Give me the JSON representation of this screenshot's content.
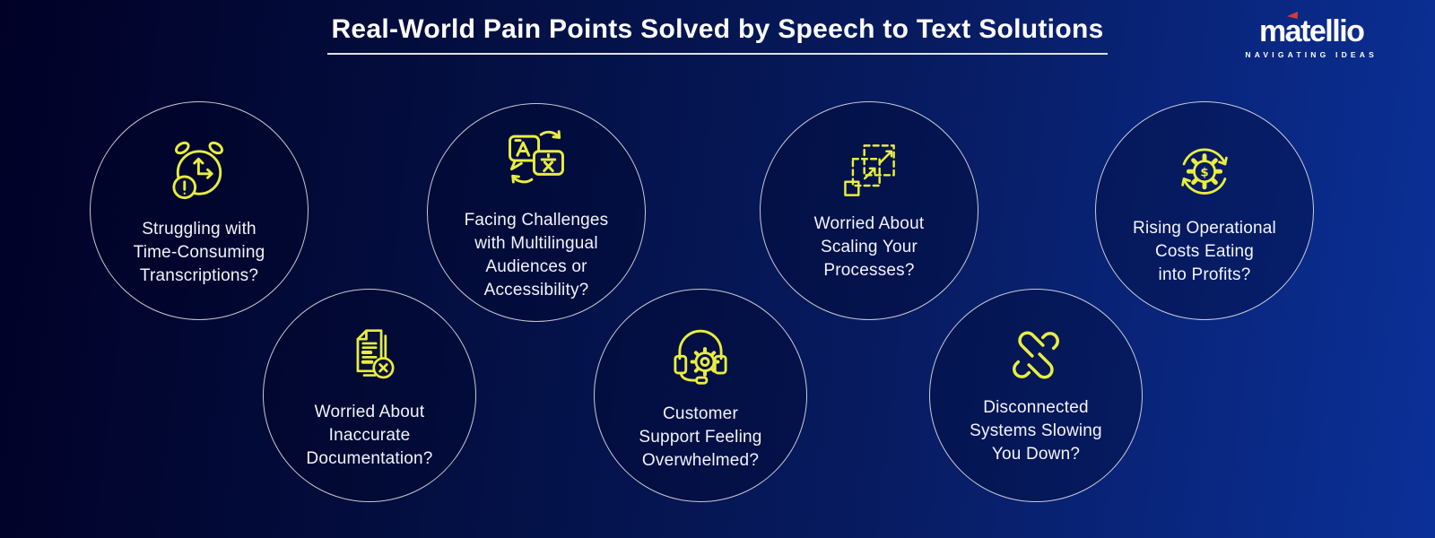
{
  "header": {
    "title": "Real-World Pain Points Solved by Speech to Text Solutions",
    "logo": {
      "brand": "matellio",
      "tagline": "NAVIGATING IDEAS"
    }
  },
  "colors": {
    "background_start": "#010127",
    "background_end": "#0b3098",
    "icon_accent": "#e8ee3f",
    "text": "#ffffff",
    "circle_border": "#ffffff",
    "logo_flag": "#d63a3a"
  },
  "pain_points": [
    {
      "icon": "alarm-clock-alert-icon",
      "label": "Struggling with\nTime-Consuming\nTranscriptions?"
    },
    {
      "icon": "translate-languages-icon",
      "label": "Facing Challenges\nwith Multilingual\nAudiences or\nAccessibility?"
    },
    {
      "icon": "scale-expand-icon",
      "label": "Worried About\nScaling Your\nProcesses?"
    },
    {
      "icon": "dollar-gear-refresh-icon",
      "label": "Rising Operational\nCosts Eating\ninto Profits?"
    },
    {
      "icon": "document-error-icon",
      "label": "Worried About\nInaccurate\nDocumentation?"
    },
    {
      "icon": "support-headset-gear-icon",
      "label": "Customer\nSupport Feeling\nOverwhelmed?"
    },
    {
      "icon": "broken-link-icon",
      "label": "Disconnected\nSystems Slowing\nYou Down?"
    }
  ]
}
